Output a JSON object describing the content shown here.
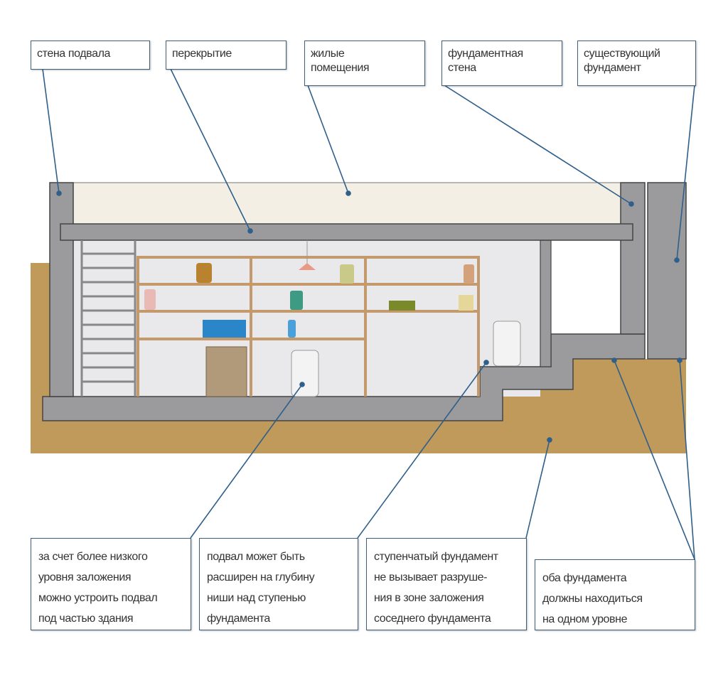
{
  "top_labels": {
    "basement_wall": [
      "стена подвала"
    ],
    "floor_slab": [
      "перекрытие"
    ],
    "living_rooms": [
      "жилые",
      "помещения"
    ],
    "foundation_wall": [
      "фундаментная",
      "стена"
    ],
    "existing_foundation": [
      "существующий",
      "фундамент"
    ]
  },
  "bottom_labels": {
    "lower_level": [
      "за счет более низкого",
      "уровня заложения",
      "можно устроить подвал",
      "под частью здания"
    ],
    "niche": [
      "подвал может быть",
      "расширен на глубину",
      "ниши над ступенью",
      "фундамента"
    ],
    "stepped": [
      "ступенчатый фундамент",
      "не вызывает разруше-",
      "ния в зоне заложения",
      "соседнего фундамента"
    ],
    "same_level": [
      "оба фундамента",
      "должны находиться",
      "на одном уровне"
    ]
  },
  "colors": {
    "concrete": "#9b9b9d",
    "soil": "#bf9a5a",
    "living": "#f3efe4",
    "interior": "#e9e9eb",
    "wood": "#c49a6c",
    "leader": "#2f5f8a"
  }
}
